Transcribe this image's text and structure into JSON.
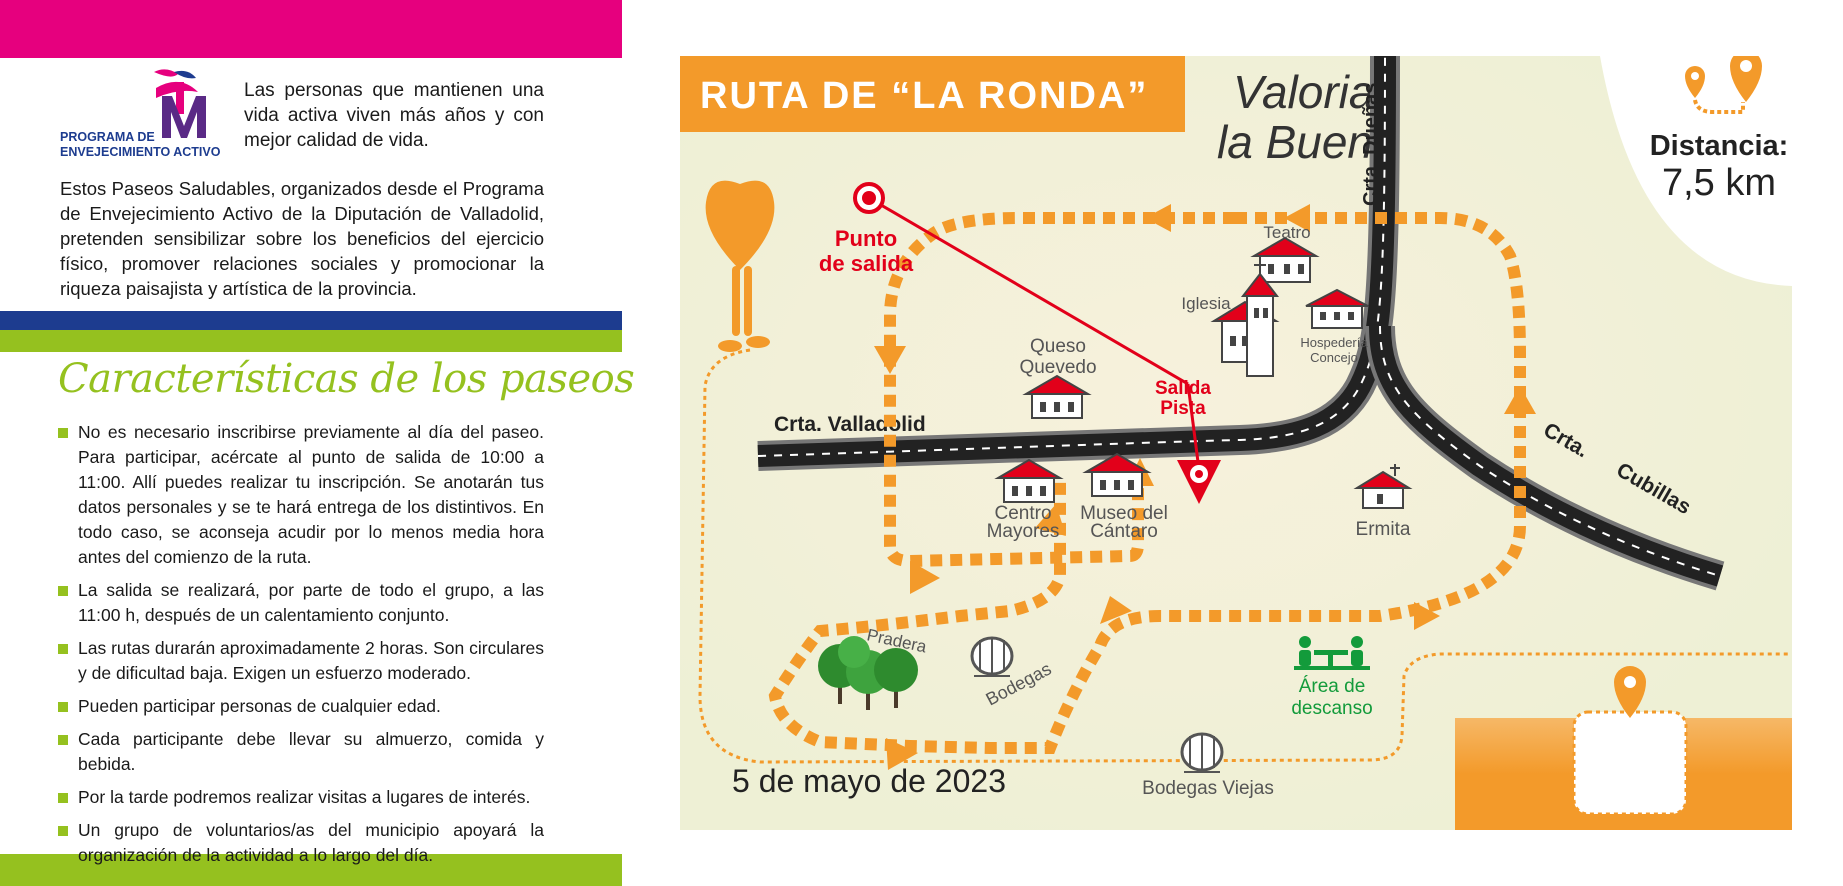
{
  "colors": {
    "magenta": "#e6007e",
    "blue": "#1d3c8f",
    "green": "#95c11f",
    "orange": "#f39a2a",
    "red": "#e2001a",
    "map_bg": "#eef0d5"
  },
  "logo": {
    "line1": "PROGRAMA DE",
    "line2": "ENVEJECIMIENTO ACTIVO"
  },
  "intro": "Las personas que mantienen una vida activa viven más años y con mejor calidad de vida.",
  "description": "Estos Paseos Saludables, organizados desde el Programa de Envejecimiento Activo de la Diputación de Valladolid, pretenden sensibilizar sobre los beneficios del ejercicio físico, promover relaciones sociales y promocionar la riqueza paisajista y artística de la provincia.",
  "characteristics": {
    "title": "Características de los paseos",
    "items": [
      "No es necesario inscribirse previamente al día del paseo. Para participar, acércate al punto de salida de 10:00 a 11:00. Allí puedes realizar tu inscripción. Se anotarán tus datos personales y se te hará entrega de los distintivos. En todo caso, se aconseja acudir por lo menos media hora antes del comienzo de la ruta.",
      "La salida se realizará, por parte de todo el grupo, a las 11:00 h, después de un calentamiento conjunto.",
      "Las rutas durarán aproximadamente 2 horas. Son circulares y de dificultad baja. Exigen un esfuerzo moderado.",
      "Pueden participar personas de cualquier edad.",
      "Cada participante debe llevar su almuerzo, comida y bebida.",
      "Por la tarde podremos realizar visitas a lugares de interés.",
      "Un grupo de voluntarios/as del municipio apoyará la organización de la actividad a lo largo del día."
    ]
  },
  "map": {
    "route_title": "RUTA DE “LA RONDA”",
    "town_line1": "Valoria",
    "town_line2": "la Buena",
    "distance_label": "Distancia:",
    "distance_value": "7,5 km",
    "start_line1": "Punto",
    "start_line2": "de salida",
    "exit_line1": "Salida",
    "exit_line2": "Pista",
    "road_duenas": "Crta. Dueñas",
    "road_valladolid": "Crta. Valladolid",
    "road_cubillas_1": "Crta.",
    "road_cubillas_2": "Cubillas",
    "teatro": "Teatro",
    "iglesia": "Iglesia",
    "hospederia_1": "Hospedería",
    "hospederia_2": "Concejo",
    "queso_1": "Queso",
    "queso_2": "Quevedo",
    "centro_1": "Centro",
    "centro_2": "Mayores",
    "museo_1": "Museo del",
    "museo_2": "Cántaro",
    "ermita": "Ermita",
    "pradera": "Pradera",
    "bodegas": "Bodegas",
    "bodegas_viejas": "Bodegas Viejas",
    "area_1": "Área de",
    "area_2": "descanso",
    "date": "5 de mayo de 2023"
  }
}
